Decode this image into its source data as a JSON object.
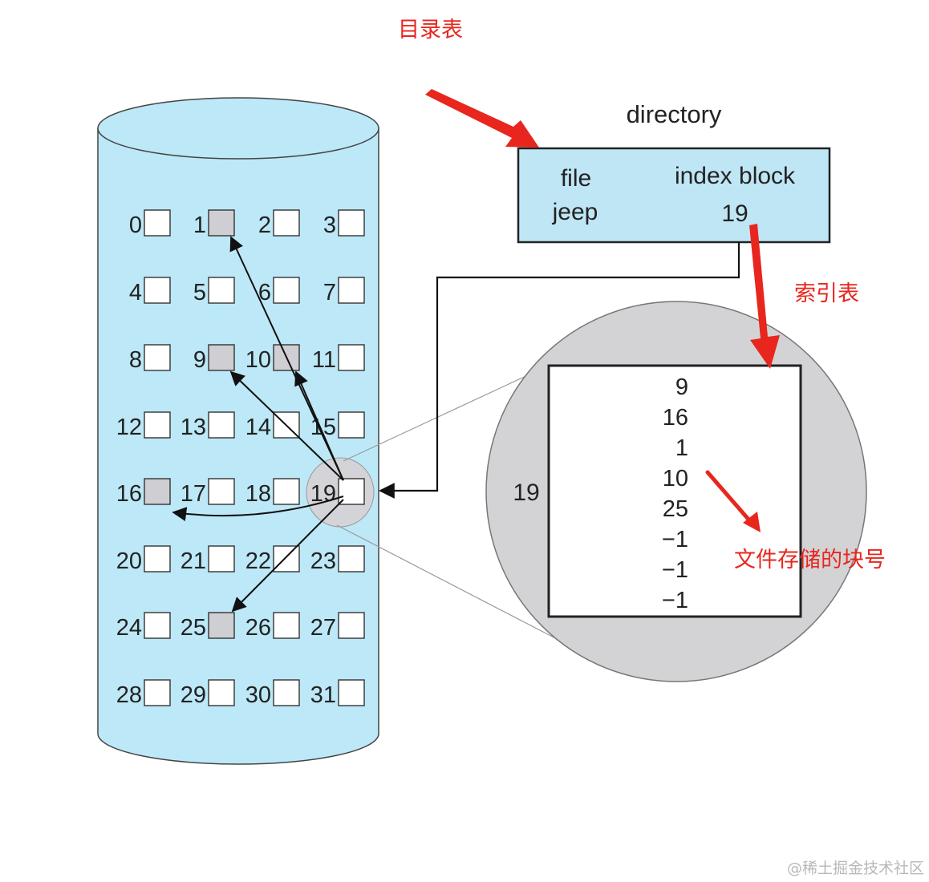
{
  "annotations": {
    "directory_table": "目录表",
    "index_table": "索引表",
    "block_numbers": "文件存储的块号",
    "color": "#e8261d"
  },
  "directory": {
    "title": "directory",
    "col_file": "file",
    "col_index": "index block",
    "row_file": "jeep",
    "row_index": "19",
    "fill": "#bfe6f5"
  },
  "disk": {
    "fill": "#bde8f7",
    "blocks": [
      "0",
      "1",
      "2",
      "3",
      "4",
      "5",
      "6",
      "7",
      "8",
      "9",
      "10",
      "11",
      "12",
      "13",
      "14",
      "15",
      "16",
      "17",
      "18",
      "19",
      "20",
      "21",
      "22",
      "23",
      "24",
      "25",
      "26",
      "27",
      "28",
      "29",
      "30",
      "31"
    ],
    "used_blocks": [
      "1",
      "9",
      "10",
      "16",
      "25"
    ],
    "index_block": "19",
    "pointer_targets": [
      "9",
      "16",
      "1",
      "10",
      "25"
    ]
  },
  "index_block": {
    "label": "19",
    "entries": [
      "9",
      "16",
      "1",
      "10",
      "25",
      "−1",
      "−1",
      "−1"
    ],
    "circle_fill": "#d3d3d6"
  },
  "watermark": "@稀土掘金技术社区"
}
